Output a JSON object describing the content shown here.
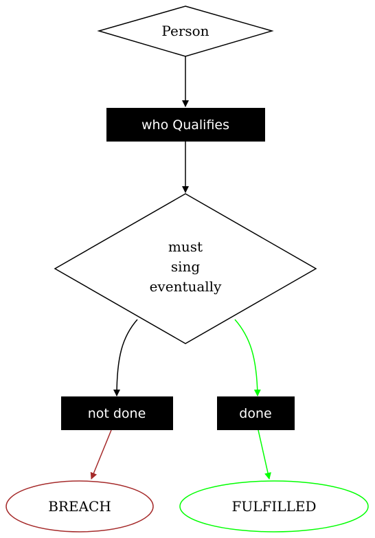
{
  "nodes": {
    "person": "Person",
    "who_qualifies": "who Qualifies",
    "must_line1": "must",
    "must_line2": "sing",
    "must_line3": "eventually",
    "not_done": "not done",
    "done": "done",
    "breach": "BREACH",
    "fulfilled": "FULFILLED"
  },
  "colors": {
    "default_edge": "#000000",
    "done_edge": "#00ff00",
    "breach_edge": "#a52a2a",
    "breach_node": "#a52a2a",
    "fulfilled_node": "#00ff00",
    "label_box": "#000000",
    "label_text": "#ffffff"
  }
}
